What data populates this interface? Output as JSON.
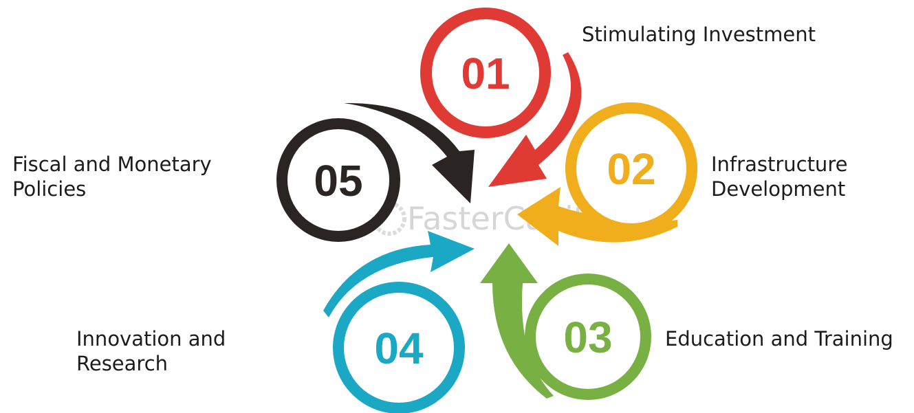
{
  "watermark": "FasterCapital",
  "steps": [
    {
      "number": "01",
      "label_lines": [
        "Stimulating Investment"
      ],
      "color": "#e03a35"
    },
    {
      "number": "02",
      "label_lines": [
        "Infrastructure",
        "Development"
      ],
      "color": "#f0ae1d"
    },
    {
      "number": "03",
      "label_lines": [
        "Education and Training"
      ],
      "color": "#79b043"
    },
    {
      "number": "04",
      "label_lines": [
        "Innovation and",
        "Research"
      ],
      "color": "#1aa8c4"
    },
    {
      "number": "05",
      "label_lines": [
        "Fiscal and Monetary",
        "Policies"
      ],
      "color": "#2a2523"
    }
  ]
}
